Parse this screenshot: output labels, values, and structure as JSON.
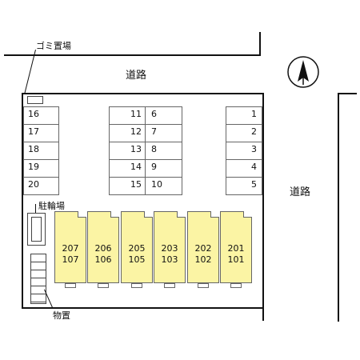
{
  "labels": {
    "garbage": "ゴミ置場",
    "road_top": "道路",
    "road_right": "道路",
    "bicycle": "駐輪場",
    "storage": "物置"
  },
  "parking": {
    "left": [
      "16",
      "17",
      "18",
      "19",
      "20"
    ],
    "middle": [
      [
        "11",
        "6"
      ],
      [
        "12",
        "7"
      ],
      [
        "13",
        "8"
      ],
      [
        "14",
        "9"
      ],
      [
        "15",
        "10"
      ]
    ],
    "right": [
      "1",
      "2",
      "3",
      "4",
      "5"
    ]
  },
  "units": [
    {
      "upper": "207",
      "lower": "107"
    },
    {
      "upper": "206",
      "lower": "106"
    },
    {
      "upper": "205",
      "lower": "105"
    },
    {
      "upper": "203",
      "lower": "103"
    },
    {
      "upper": "202",
      "lower": "102"
    },
    {
      "upper": "201",
      "lower": "101"
    }
  ],
  "compass": {
    "icon": "north-arrow-icon"
  },
  "colors": {
    "building": "#fbf4a4"
  }
}
